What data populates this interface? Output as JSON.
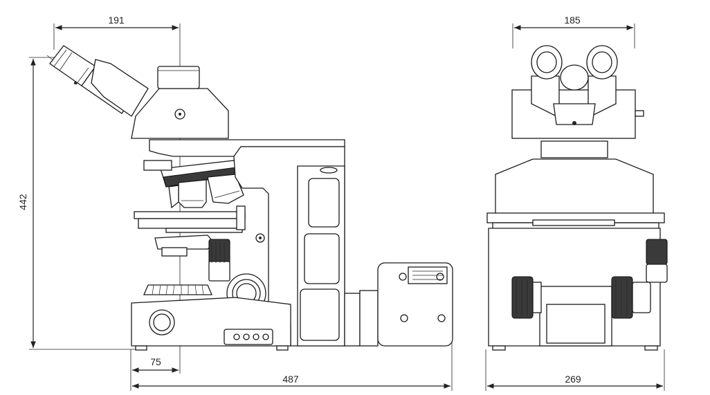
{
  "dimensions": {
    "side_top_width": "191",
    "side_height": "442",
    "side_base_offset": "75",
    "side_total_width": "487",
    "front_top_width": "185",
    "front_total_width": "269"
  }
}
